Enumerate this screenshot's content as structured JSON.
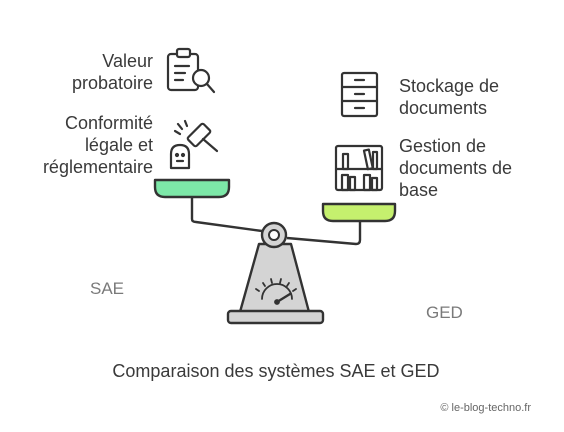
{
  "left_labels": {
    "valeur": [
      "Valeur",
      "probatoire"
    ],
    "conformite": [
      "Conformité",
      "légale et",
      "réglementaire"
    ],
    "side_tag": "SAE"
  },
  "right_labels": {
    "stockage": [
      "Stockage de",
      "documents"
    ],
    "gestion": [
      "Gestion de",
      "documents de",
      "base"
    ],
    "side_tag": "GED"
  },
  "caption": "Comparaison des systèmes SAE et GED",
  "credit": "© le-blog-techno.fr",
  "colors": {
    "left_pan": "#7de8a8",
    "right_pan": "#c5f06e",
    "base": "#d4d4d4",
    "stroke": "#333333"
  },
  "icons": {
    "valeur": "clipboard-search-icon",
    "conformite": "gavel-icon",
    "conformite_person": "person-icon",
    "stockage": "filing-cabinet-icon",
    "gestion": "bookshelf-icon"
  }
}
